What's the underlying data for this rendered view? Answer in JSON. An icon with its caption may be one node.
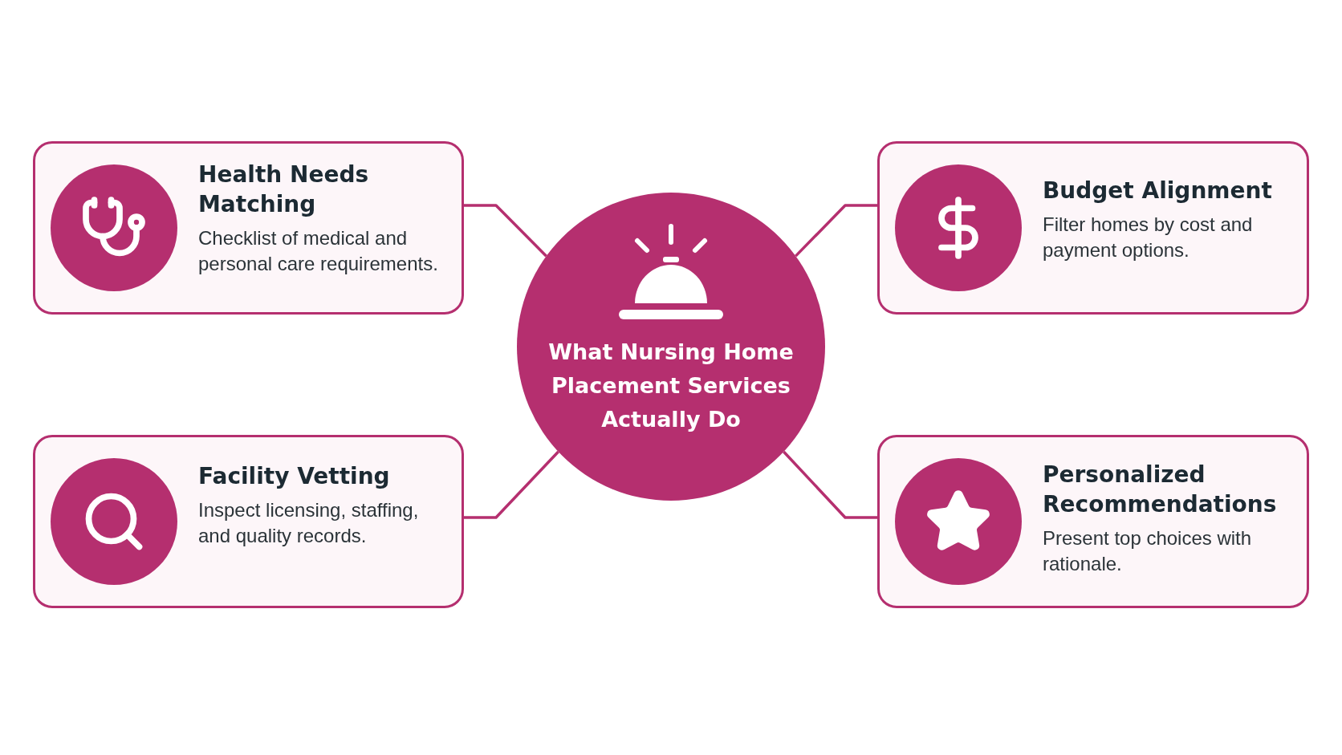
{
  "diagram": {
    "nodes": [
      {
        "text": [
          "What Nursing Home Placement Services Actually Do"
        ]
      },
      {
        "text": [
          "Health Needs Matching",
          "Checklist of medical and personal care requirements."
        ]
      },
      {
        "text": [
          "Budget Alignment",
          "Filter homes by cost and payment options."
        ]
      },
      {
        "text": [
          "Facility Vetting",
          "Inspect licensing, staffing, and quality records."
        ]
      },
      {
        "text": [
          "Personalized Recommendations",
          "Present top choices with rationale."
        ]
      }
    ],
    "edges": [
      {
        "from": 0,
        "to": 1,
        "arrow": "none"
      },
      {
        "from": 0,
        "to": 2,
        "arrow": "none"
      },
      {
        "from": 0,
        "to": 3,
        "arrow": "none"
      },
      {
        "from": 0,
        "to": 4,
        "arrow": "none"
      }
    ]
  }
}
